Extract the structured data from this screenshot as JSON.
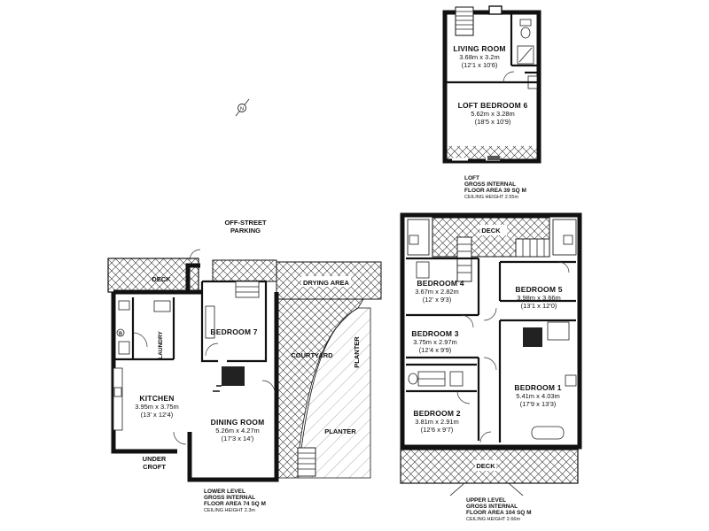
{
  "labels": {
    "parking_line1": "OFF-STREET",
    "parking_line2": "PARKING",
    "under_line1": "UNDER",
    "under_line2": "CROFT",
    "lower_deck": "DECK",
    "drying_area": "DRYING AREA",
    "courtyard": "COURTYARD",
    "planter_vertical": "PLANTER",
    "planter": "PLANTER",
    "laundry": "LAUNDRY",
    "upper_deck_top": "DECK",
    "upper_deck_bottom": "DECK"
  },
  "rooms": {
    "bedroom7": {
      "name": "BEDROOM 7"
    },
    "kitchen": {
      "name": "KITCHEN",
      "metric": "3.95m x 3.75m",
      "imperial": "(13' x 12'4)"
    },
    "dining": {
      "name": "DINING ROOM",
      "metric": "5.26m x 4.27m",
      "imperial": "(17'3 x 14')"
    },
    "living": {
      "name": "LIVING ROOM",
      "metric": "3.68m x 3.2m",
      "imperial": "(12'1 x 10'6)"
    },
    "loft_bedroom6": {
      "name": "LOFT BEDROOM 6",
      "metric": "5.62m x 3.28m",
      "imperial": "(18'5 x 10'9)"
    },
    "bedroom4": {
      "name": "BEDROOM 4",
      "metric": "3.67m x 2.82m",
      "imperial": "(12' x 9'3)"
    },
    "bedroom5": {
      "name": "BEDROOM 5",
      "metric": "3.98m x 3.66m",
      "imperial": "(13'1 x 12'0)"
    },
    "bedroom3": {
      "name": "BEDROOM 3",
      "metric": "3.75m x 2.97m",
      "imperial": "(12'4 x 9'9)"
    },
    "bedroom1": {
      "name": "BEDROOM 1",
      "metric": "5.41m x 4.03m",
      "imperial": "(17'9 x 13'3)"
    },
    "bedroom2": {
      "name": "BEDROOM 2",
      "metric": "3.81m x 2.91m",
      "imperial": "(12'6 x 9'7)"
    }
  },
  "levels": {
    "lower": {
      "line1": "LOWER LEVEL",
      "line2": "GROSS INTERNAL",
      "line3": "FLOOR AREA 74 SQ M",
      "line4": "CEILING HEIGHT 2.3m"
    },
    "upper": {
      "line1": "UPPER LEVEL",
      "line2": "GROSS INTERNAL",
      "line3": "FLOOR AREA 104 SQ M",
      "line4": "CEILING HEIGHT 2.66m"
    },
    "loft": {
      "line1": "LOFT",
      "line2": "GROSS INTERNAL",
      "line3": "FLOOR AREA 39 SQ M",
      "line4": "CEILING HEIGHT 2.55m"
    }
  },
  "icons": {
    "compass": "north-arrow-icon",
    "boiler": "B"
  }
}
